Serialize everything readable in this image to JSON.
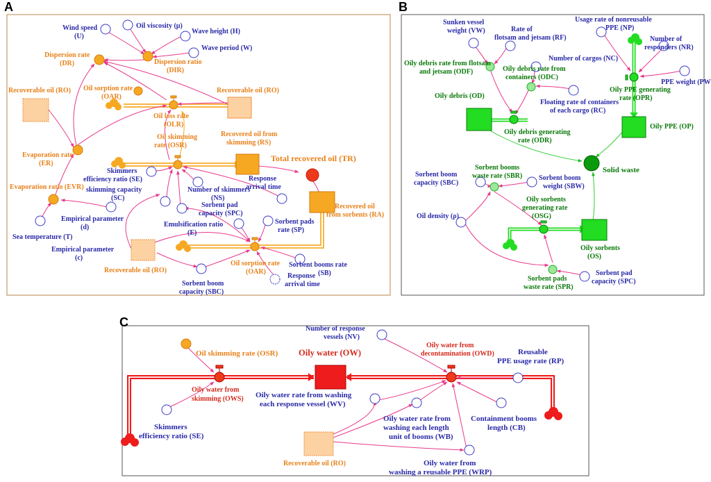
{
  "panels": {
    "a": "A",
    "b": "B",
    "c": "C"
  },
  "colors": {
    "blue": "#2a2aa8",
    "orange": "#f7a823",
    "orange_text": "#e8811a",
    "green": "#22dd22",
    "green_text": "#0b7a0b",
    "red": "#ee1c1c",
    "pink": "#e8388b"
  },
  "a": {
    "wind_speed": [
      "Wind speed",
      "(U)"
    ],
    "oil_viscosity": [
      "Oil viscosity (μ)"
    ],
    "wave_height": [
      "Wave height (H)"
    ],
    "wave_period": [
      "Wave period (W)"
    ],
    "dispersion_rate": [
      "Dispersion rate",
      "(DR)"
    ],
    "dispersion_ratio": [
      "Dispersion ratio",
      "(DIR)"
    ],
    "oil_sorption_rate_top": [
      "Oil sorption rate",
      "(OAR)"
    ],
    "recoverable_oil_left": [
      "Recoverable oil (RO)"
    ],
    "recoverable_oil_right": [
      "Recoverable oil (RO)"
    ],
    "oil_loss_rate": [
      "Oil loss rate",
      "(OLR)"
    ],
    "oil_skimming_rate": [
      "Oil skimming",
      "rate (OSR)"
    ],
    "recovered_oil_skimming": [
      "Recovered oil from",
      "skimming (RS)"
    ],
    "total_recovered_oil": [
      "Total recovered oil (TR)"
    ],
    "evaporation_rate": [
      "Evaporation rate",
      "(ER)"
    ],
    "skimmers_efficiency": [
      "Skimmers",
      "efficiency ratio (SE)"
    ],
    "skimming_capacity": [
      "skimming capacity",
      "(SC)"
    ],
    "number_of_skimmers": [
      "Number of skimmers",
      "(NS)"
    ],
    "response_arrival_time_top": [
      "Response",
      "arrival time"
    ],
    "recovered_oil_sorbents": [
      "Recovered oil",
      "from sorbents (RA)"
    ],
    "evaporation_ratio": [
      "Evaporation ratio (EVR)"
    ],
    "sorbent_pad_capacity": [
      "Sorbent pad",
      "capacity (SPC)"
    ],
    "sorbent_pads_rate": [
      "Sorbent pads",
      "rate (SP)"
    ],
    "empirical_d": [
      "Empirical parameter",
      "(d)"
    ],
    "sea_temperature": [
      "Sea temperature (T)"
    ],
    "emulsification_ratio": [
      "Emulsification ratio",
      "(E)"
    ],
    "empirical_c": [
      "Empirical parameter",
      "(c)"
    ],
    "recoverable_oil_bottom": [
      "Recoverable oil (RO)"
    ],
    "oil_sorption_rate_bottom": [
      "Oil sorption rate",
      "(OAR)"
    ],
    "sorbent_booms_rate": [
      "Sorbent booms rate",
      "(SB)"
    ],
    "sorbent_boom_capacity": [
      "Sorbent boom",
      "capacity (SBC)"
    ],
    "response_arrival_time_bottom": [
      "Response",
      "arrival time"
    ]
  },
  "b": {
    "sunken_vessel": [
      "Sunken vessel",
      "weight (VW)"
    ],
    "rate_flotsam": [
      "Rate of",
      "flotsam and jetsam (RF)"
    ],
    "usage_rate_nonreusable": [
      "Usage rate of nonreusable",
      "PPE (NP)"
    ],
    "number_responders": [
      "Number of",
      "responders (NR)"
    ],
    "oily_debris_rate_odf": [
      "Oily debris rate from flotsam",
      "and jetsam (ODF)"
    ],
    "number_cargos": [
      "Number of cargos (NC)"
    ],
    "oily_debris_rate_odc": [
      "Oily debris rate from",
      "containers (ODC)"
    ],
    "ppe_weight": [
      "PPE weight (PW)"
    ],
    "oily_ppe_generating": [
      "Oily PPE generating",
      "rate (OPR)"
    ],
    "oily_debris": [
      "Oily debris (OD)"
    ],
    "floating_rate": [
      "Floating rate of containers",
      "of each cargo (RC)"
    ],
    "oily_debris_generating": [
      "Oily debris generating",
      "rate (ODR)"
    ],
    "oily_ppe": [
      "Oily PPE (OP)"
    ],
    "solid_waste": [
      "Solid waste"
    ],
    "sorbent_boom_capacity": [
      "Sorbent boom",
      "capacity (SBC)"
    ],
    "sorbent_booms_waste": [
      "Sorbent booms",
      "waste rate (SBR)"
    ],
    "sorbent_boom_weight": [
      "Sorbent boom",
      "weight (SBW)"
    ],
    "oily_sorbents_generating": [
      "Oily sorbents",
      "generating rate",
      "(OSG)"
    ],
    "oil_density": [
      "Oil density (ρ)"
    ],
    "oily_sorbents": [
      "Oily sorbents",
      "(OS)"
    ],
    "sorbent_pads_waste": [
      "Sorbent pads",
      "waste rate (SPR)"
    ],
    "sorbent_pad_capacity": [
      "Sorbent pad",
      "capacity (SPC)"
    ]
  },
  "c": {
    "number_response_vessels": [
      "Number of response",
      "vessels (NV)"
    ],
    "oil_skimming_rate": [
      "Oil skimming rate (OSR)"
    ],
    "oily_water": [
      "Oily water (OW)"
    ],
    "oily_water_decontamination": [
      "Oily water from",
      "decontamination (OWD)"
    ],
    "reusable_ppe": [
      "Reusable",
      "PPE usage rate (RP)"
    ],
    "oily_water_skimming": [
      "Oily water from",
      "skimming (OWS)"
    ],
    "oily_water_washing_vessel": [
      "Oily water rate from washing",
      "each response vessel (WV)"
    ],
    "oily_water_washing_booms": [
      "Oily water rate from",
      "washing each length",
      "unit of booms (WB)"
    ],
    "containment_booms": [
      "Containment booms",
      "length (CB)"
    ],
    "skimmers_efficiency": [
      "Skimmers",
      "efficiency ratio (SE)"
    ],
    "recoverable_oil": [
      "Recoverable oil (RO)"
    ],
    "oily_water_reusable_ppe": [
      "Oily water from",
      "washing a reusable PPE (WRP)"
    ]
  }
}
